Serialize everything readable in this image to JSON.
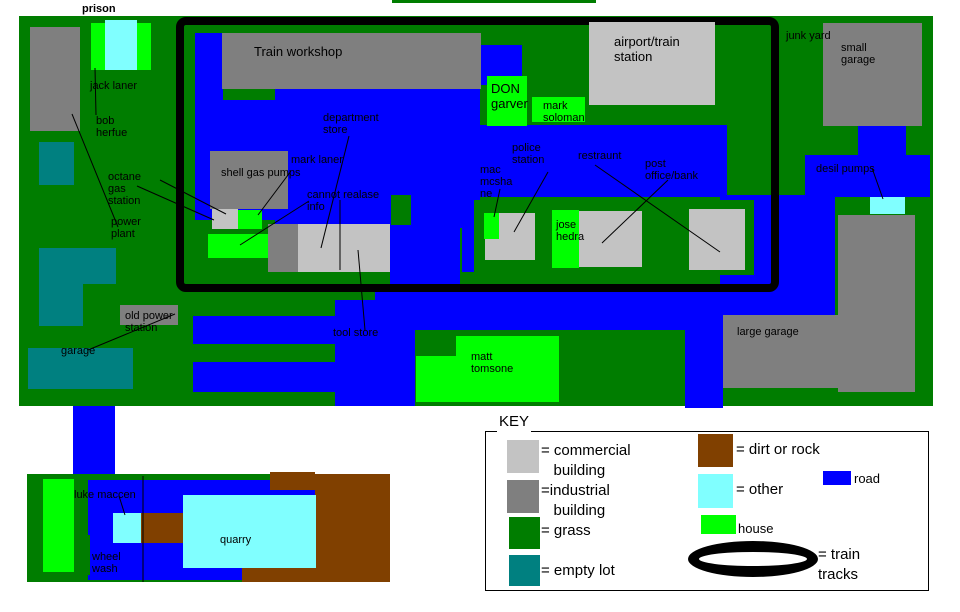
{
  "colors": {
    "grass": "#007d00",
    "road": "#0000ff",
    "commercial": "#c3c3c3",
    "industrial": "#7f7f7f",
    "empty_lot": "#008080",
    "house": "#00ff00",
    "other": "#80ffff",
    "dirt": "#804000",
    "tracks": "#000000"
  },
  "labels": {
    "prison": "prison",
    "jack_laner": "jack laner",
    "bob_herfue": "bob\nherfue",
    "octane_gas_station": "octane\ngas\nstation",
    "power_plant": "power\nplant",
    "old_power_station": "old power\nstation",
    "garage": "garage",
    "train_workshop": "Train workshop",
    "shell_gas_pumps": "shell gas pumps",
    "mark_laner": "mark laner",
    "cannot_realase_info": "cannot realase\ninfo",
    "department_store": "department\nstore",
    "tool_store": "tool store",
    "don_garver": "DON\ngarver",
    "mark_soloman": "mark\nsoloman",
    "airport_train_station": "airport/train\nstation",
    "junk_yard": "junk yard",
    "small_garage": "small\ngarage",
    "police_station": "police\nstation",
    "mac_mcsha_ne": "mac\nmcsha\nne",
    "restraunt": "restraunt",
    "post_office_bank": "post\noffice/bank",
    "jose_hedra": "jose\nhedra",
    "desil_pumps": "desil pumps",
    "large_garage": "large garage",
    "matt_tomsone": "matt\ntomsone",
    "luke_maccen": "luke maccen",
    "wheel_wash": "wheel\nwash",
    "quarry": "quarry"
  },
  "key": {
    "title": "KEY",
    "commercial": "= commercial\n   building",
    "industrial": "=industrial\n   building",
    "grass": "= grass",
    "empty_lot": "= empty lot",
    "dirt": "= dirt or rock",
    "other": "= other",
    "house": "house",
    "road": "road",
    "tracks": "= train\ntracks"
  }
}
